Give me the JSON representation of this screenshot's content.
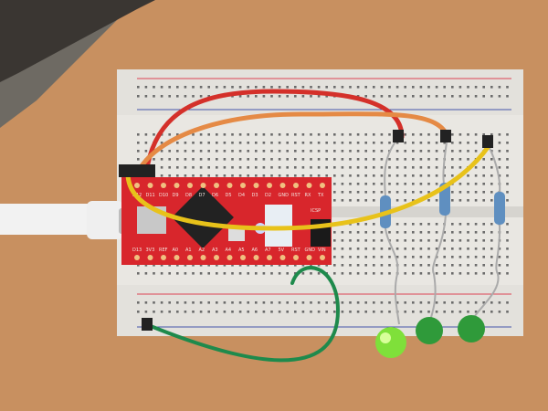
{
  "board": {
    "top_pins": [
      "D12",
      "D11",
      "D10",
      "D9",
      "D8",
      "D7",
      "D6",
      "D5",
      "D4",
      "D3",
      "D2",
      "GND",
      "RST",
      "RX",
      "TX"
    ],
    "bottom_pins": [
      "D13",
      "3V3",
      "REF",
      "A0",
      "A1",
      "A2",
      "A3",
      "A4",
      "A5",
      "A6",
      "A7",
      "5V",
      "RST",
      "GND",
      "VIN"
    ],
    "header_label": "ICSP"
  },
  "colors": {
    "table": "#c89060",
    "breadboard": "#e9e7e2",
    "board": "#d8262c",
    "wire_red": "#d4302a",
    "wire_orange": "#e58a45",
    "wire_yellow": "#e8c21a",
    "wire_green": "#1e8a4c",
    "led_green": "#7fe03a"
  }
}
